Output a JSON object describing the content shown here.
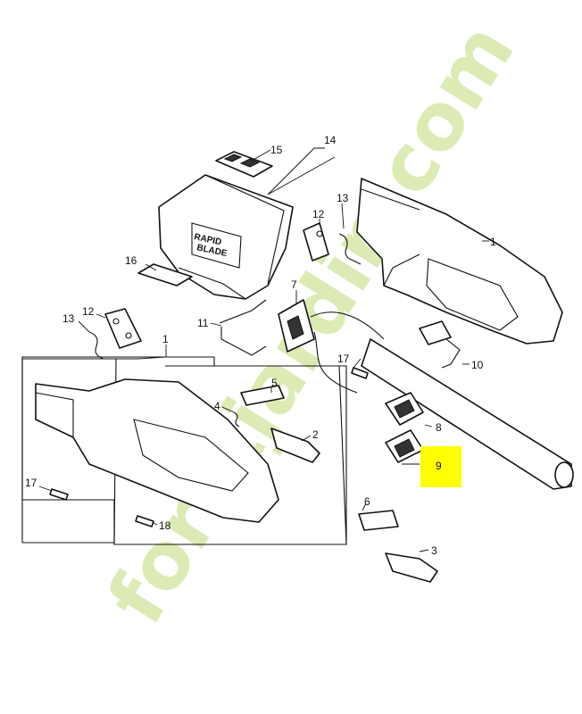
{
  "callouts": {
    "c1_top": "1",
    "c1_bottom": "1",
    "c2": "2",
    "c3": "3",
    "c4": "4",
    "c5": "5",
    "c6": "6",
    "c7": "7",
    "c8": "8",
    "c9": "9",
    "c10": "10",
    "c11": "11",
    "c12_top": "12",
    "c12_left": "12",
    "c13_top": "13",
    "c13_left": "13",
    "c14": "14",
    "c15": "15",
    "c16": "16",
    "c17_mid": "17",
    "c17_left": "17",
    "c18": "18"
  },
  "highlight": {
    "part": "9",
    "color": "#ffff00"
  },
  "housing_label": {
    "line1": "RAPID",
    "line2": "BLADE"
  },
  "watermark": {
    "text": "foretjardin.com",
    "color_green": "#d6e8a8",
    "color_orange": "#f5c58a"
  }
}
